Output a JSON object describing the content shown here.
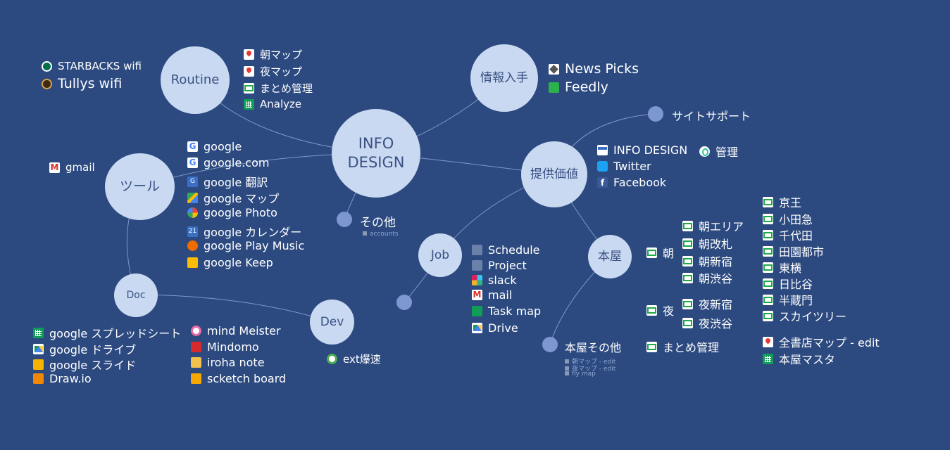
{
  "center": {
    "line1": "INFO",
    "line2": "DESIGN"
  },
  "nodes": {
    "routine": "Routine",
    "joho": "情報入手",
    "teikyo": "提供価値",
    "tool": "ツール",
    "doc": "Doc",
    "dev": "Dev",
    "job": "Job",
    "honya": "本屋"
  },
  "dots": {
    "site_support": "サイトサポート",
    "sonota": "その他",
    "honya_sonota": "本屋その他"
  },
  "sonota_sub": "accounts",
  "honya_sonota_sub": [
    "朝マップ - edit",
    "夜マップ - edit",
    "fly map"
  ],
  "routine_left": [
    "STARBACKS wifi",
    "Tullys wifi"
  ],
  "routine_right": [
    "朝マップ",
    "夜マップ",
    "まとめ管理",
    "Analyze"
  ],
  "joho_items": [
    "News Picks",
    "Feedly"
  ],
  "teikyo_items": [
    "INFO DESIGN",
    "管理",
    "Twitter",
    "Facebook"
  ],
  "tool_left": "gmail",
  "tool_right": [
    "google",
    "google.com",
    "google 翻訳",
    "google マップ",
    "google Photo",
    "google カレンダー",
    "google Play Music",
    "google Keep"
  ],
  "doc_items": [
    "google スプレッドシート",
    "google ドライブ",
    "google スライド",
    "Draw.io"
  ],
  "dev_left": [
    "mind Meister",
    "Mindomo",
    "iroha note",
    "scketch board"
  ],
  "dev_below": "ext爆速",
  "job_items": [
    "Schedule",
    "Project",
    "slack",
    "mail",
    "Task map",
    "Drive"
  ],
  "honya_groups": {
    "asa": "朝",
    "asa_items": [
      "朝エリア",
      "朝改札",
      "朝新宿",
      "朝渋谷"
    ],
    "yoru": "夜",
    "yoru_items": [
      "夜新宿",
      "夜渋谷"
    ],
    "matome": "まとめ管理"
  },
  "lines": [
    "京王",
    "小田急",
    "千代田",
    "田園都市",
    "東横",
    "日比谷",
    "半蔵門",
    "スカイツリー"
  ],
  "honya_bottom": [
    "全書店マップ - edit",
    "本屋マスタ"
  ],
  "colors": {
    "background": "#2c4a80",
    "node": "#c9d9f2",
    "node_text": "#3a5183",
    "dot": "#7d98d0",
    "link": "#7f97c6"
  }
}
